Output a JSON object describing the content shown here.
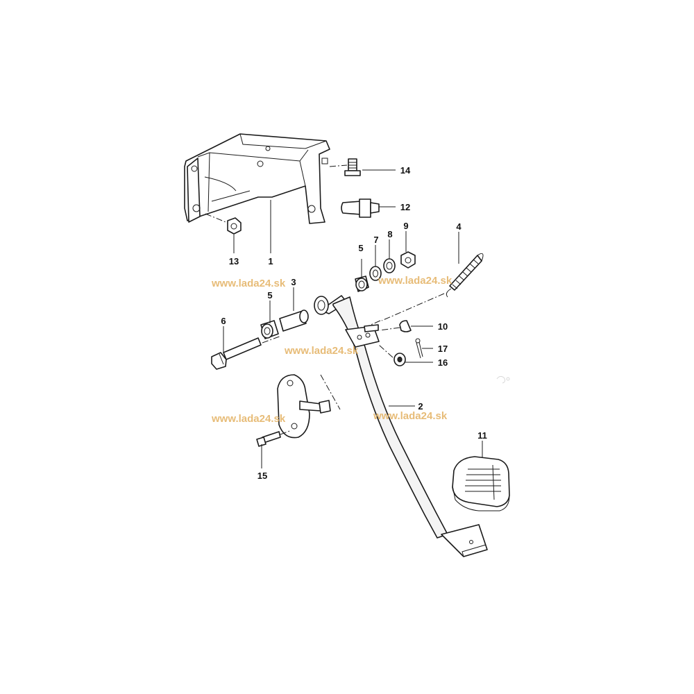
{
  "watermark": "www.lada24.sk",
  "callouts": {
    "c1": "1",
    "c2": "2",
    "c3": "3",
    "c4": "4",
    "c5a": "5",
    "c5b": "5",
    "c6": "6",
    "c7": "7",
    "c8": "8",
    "c9": "9",
    "c10": "10",
    "c11": "11",
    "c12": "12",
    "c13": "13",
    "c14": "14",
    "c15": "15",
    "c16": "16",
    "c17": "17"
  },
  "colors": {
    "line": "#1a1a1a",
    "watermark": "#e3b060",
    "background": "#ffffff"
  }
}
